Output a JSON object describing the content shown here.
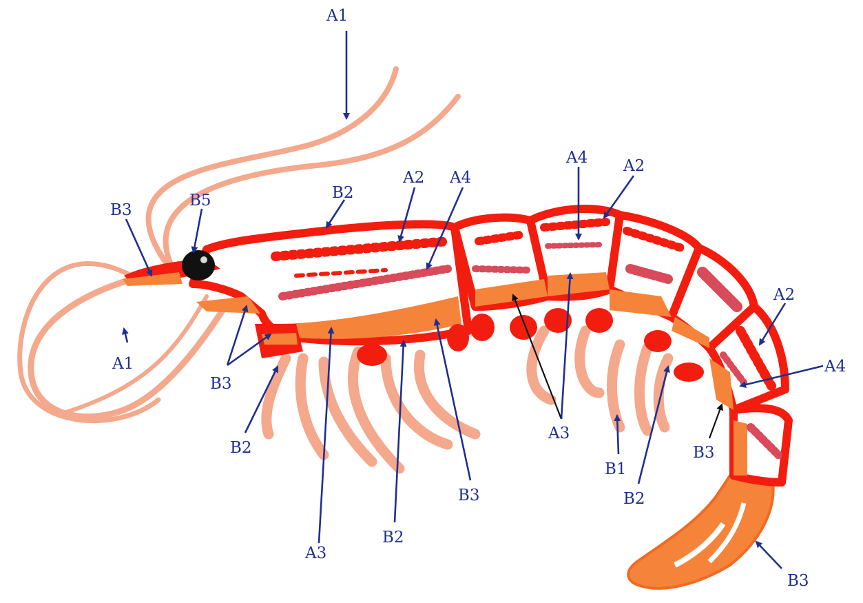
{
  "colors": {
    "background": "#ffffff",
    "label_text": "#1f2f8f",
    "arrow": "#1f2f8f",
    "outline_red": "#f21d0f",
    "orange": "#f5843a",
    "light_salmon": "#f4a88c",
    "pink_stitch": "#d94a5a",
    "eye": "#111111"
  },
  "labels": {
    "a1_top": "A1",
    "a1_left": "A1",
    "b3_head": "B3",
    "b5_eye": "B5",
    "b2_back": "B2",
    "a2_body": "A2",
    "a4_body": "A4",
    "a4_seg": "A4",
    "a2_seg": "A2",
    "a2_tail": "A2",
    "a4_tail": "A4",
    "b3_mouth": "B3",
    "b2_mouth": "B2",
    "a3_belly": "A3",
    "b2_belly": "B2",
    "b3_belly": "B3",
    "a3_mid": "A3",
    "b1_leg": "B1",
    "b2_leg": "B2",
    "b3_tailseg": "B3",
    "b3_tailfan": "B3"
  }
}
